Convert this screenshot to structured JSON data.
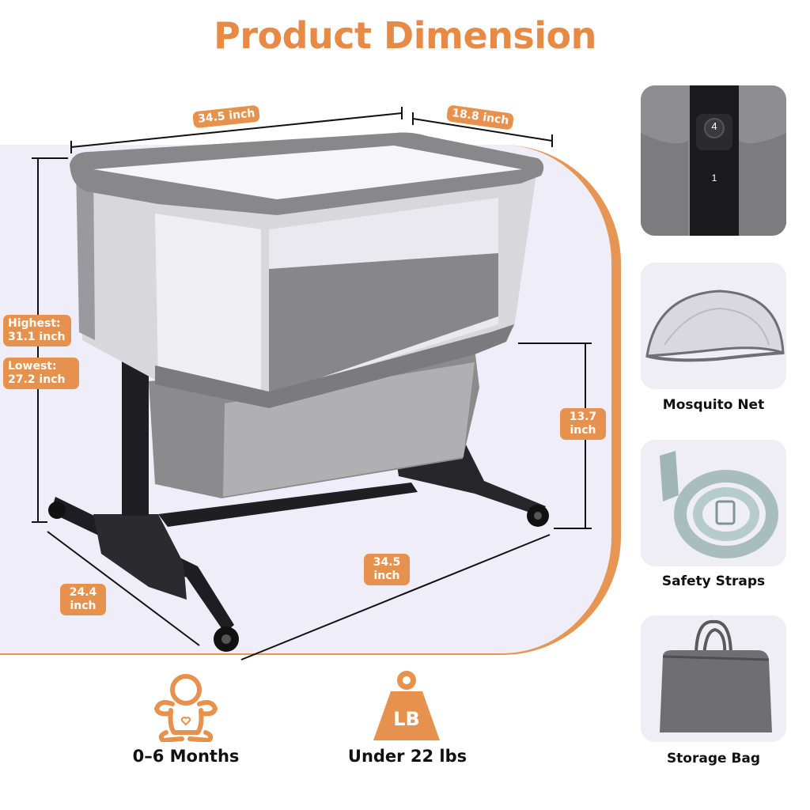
{
  "title": "Product Dimension",
  "dimensions": {
    "top_length": "34.5 inch",
    "top_width": "18.8 inch",
    "highest_label": "Highest:",
    "highest_value": "31.1 inch",
    "lowest_label": "Lowest:",
    "lowest_value": "27.2 inch",
    "leg_height_value": "13.7",
    "leg_height_unit": "inch",
    "base_length_value": "34.5",
    "base_length_unit": "inch",
    "base_width_value": "24.4",
    "base_width_unit": "inch"
  },
  "features": {
    "age": "0–6 Months",
    "weight_badge": "LB",
    "weight": "Under 22 lbs"
  },
  "accessories": {
    "height_dial_number": "4",
    "height_level_number": "1",
    "mosquito_net": "Mosquito Net",
    "safety_straps": "Safety Straps",
    "storage_bag": "Storage Bag"
  },
  "colors": {
    "accent": "#e6924e",
    "title": "#e68a45",
    "panel": "#efedf8",
    "fabric": "#8c8c8f"
  }
}
